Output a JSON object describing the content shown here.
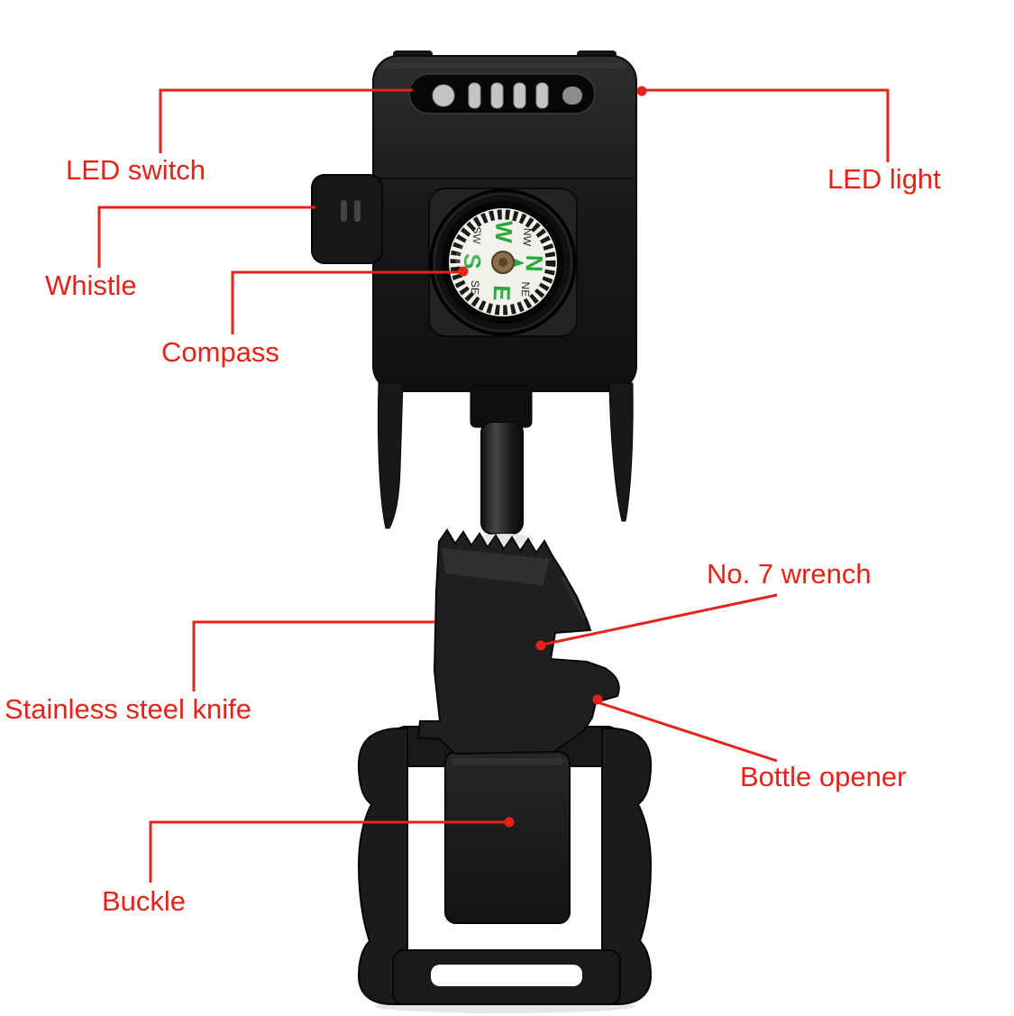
{
  "colors": {
    "background": "#ffffff",
    "annotation_red": "#e62219",
    "product_black": "#1a1a1a",
    "compass_green": "#2aa83c",
    "compass_face": "#f2f1ea",
    "pivot_brass": "#8a6f4a",
    "led_gray": "#c4c4c4"
  },
  "diagram": {
    "labels": [
      {
        "id": "led-switch",
        "text": "LED switch"
      },
      {
        "id": "led-light",
        "text": "LED light"
      },
      {
        "id": "whistle",
        "text": "Whistle"
      },
      {
        "id": "compass",
        "text": "Compass"
      },
      {
        "id": "no7-wrench",
        "text": "No. 7 wrench"
      },
      {
        "id": "stainless-steel-knife",
        "text": "Stainless steel knife"
      },
      {
        "id": "bottle-opener",
        "text": "Bottle opener"
      },
      {
        "id": "buckle",
        "text": "Buckle"
      }
    ],
    "compass": {
      "cardinal": [
        "N",
        "E",
        "S",
        "W"
      ],
      "intercardinal": [
        "NE",
        "SE",
        "SW",
        "NW"
      ]
    }
  }
}
